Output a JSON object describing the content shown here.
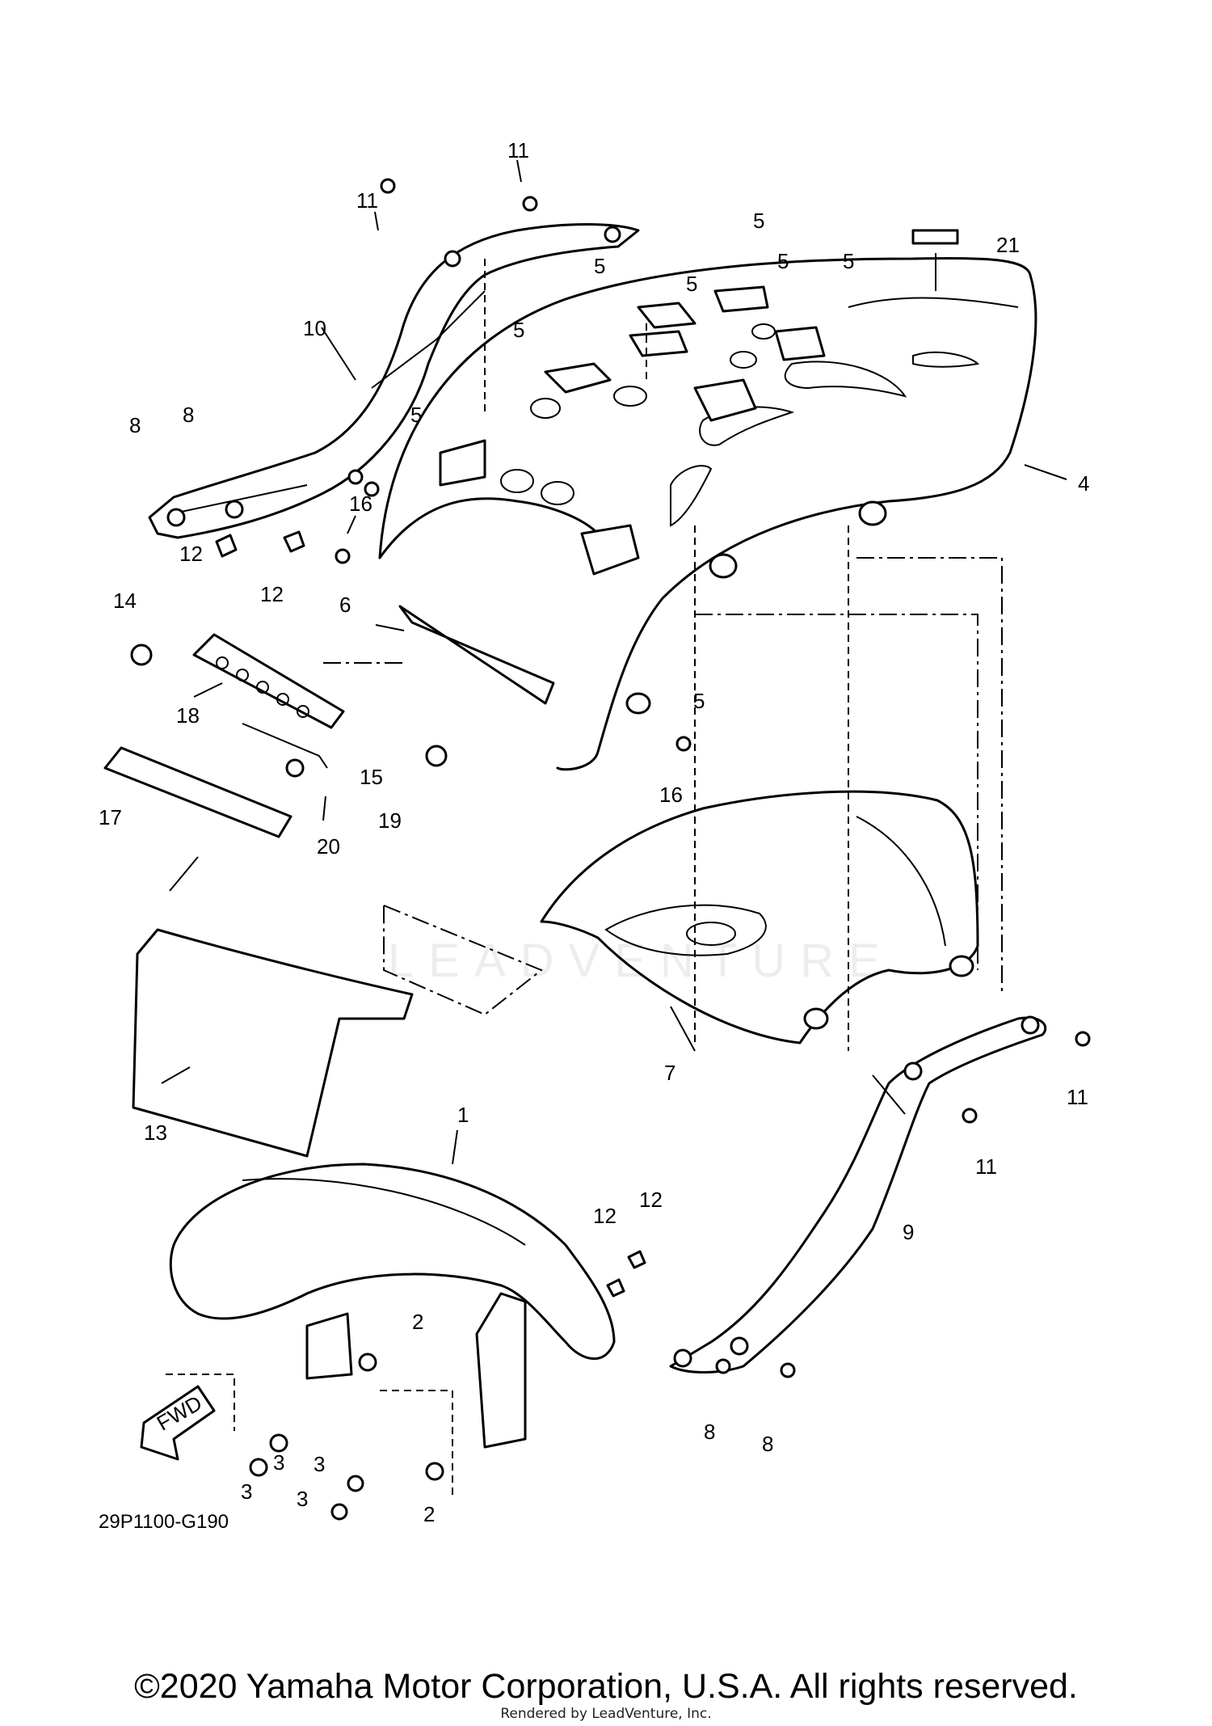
{
  "diagram": {
    "code": "29P1100-G190",
    "fwd_label": "FWD",
    "watermark": "LEADVENTURE",
    "callouts": {
      "c1": "1",
      "c2a": "2",
      "c2b": "2",
      "c3a": "3",
      "c3b": "3",
      "c3c": "3",
      "c3d": "3",
      "c4": "4",
      "c5a": "5",
      "c5b": "5",
      "c5c": "5",
      "c5d": "5",
      "c5e": "5",
      "c5f": "5",
      "c5g": "5",
      "c6": "6",
      "c7": "7",
      "c8a": "8",
      "c8b": "8",
      "c8c": "8",
      "c8d": "8",
      "c9": "9",
      "c10": "10",
      "c11a": "11",
      "c11b": "11",
      "c11c": "11",
      "c11d": "11",
      "c12a": "12",
      "c12b": "12",
      "c12c": "12",
      "c12d": "12",
      "c13": "13",
      "c14": "14",
      "c15": "15",
      "c16a": "16",
      "c16b": "16",
      "c17": "17",
      "c18": "18",
      "c19": "19",
      "c20": "20",
      "c21": "21"
    }
  },
  "footer": {
    "copyright": "©2020 Yamaha Motor Corporation, U.S.A. All rights reserved.",
    "rendered_by": "Rendered by LeadVenture, Inc."
  }
}
